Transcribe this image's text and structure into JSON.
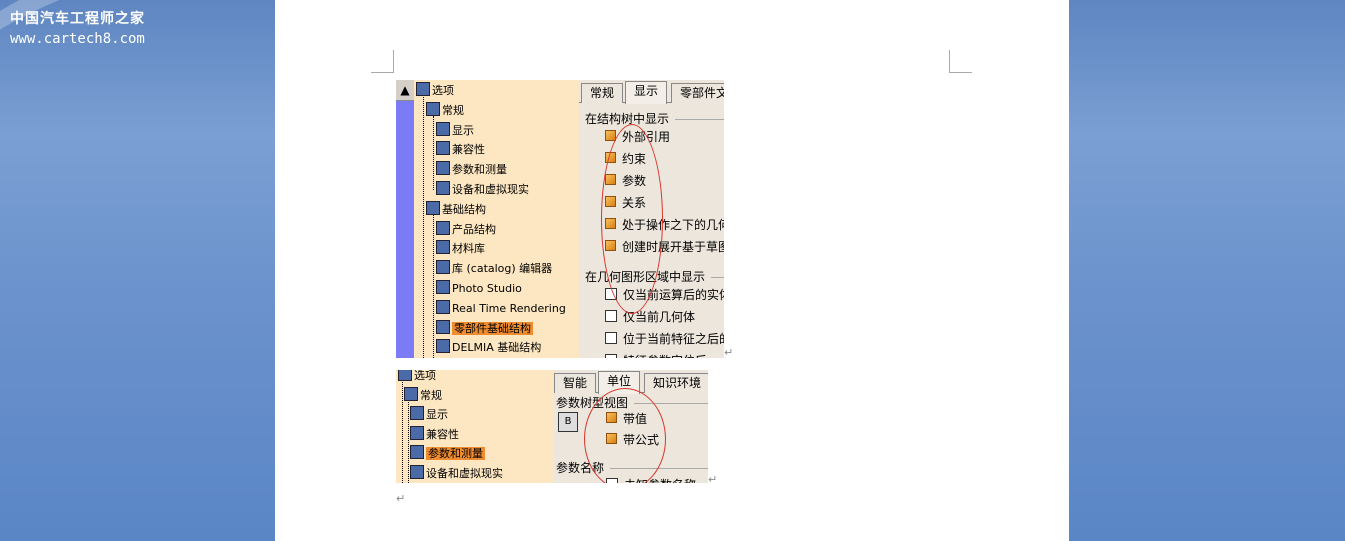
{
  "watermark": {
    "line1": "中国汽车工程师之家",
    "line2": "www.cartech8.com"
  },
  "paragraph_mark": "↵",
  "shot1": {
    "tree": [
      {
        "label": "选项",
        "level": 0,
        "hl": false,
        "icon": "options-icon"
      },
      {
        "label": "常规",
        "level": 1,
        "hl": false,
        "icon": "general-icon"
      },
      {
        "label": "显示",
        "level": 2,
        "hl": false,
        "icon": "display-icon"
      },
      {
        "label": "兼容性",
        "level": 2,
        "hl": false,
        "icon": "compat-icon"
      },
      {
        "label": "参数和测量",
        "level": 2,
        "hl": false,
        "icon": "params-icon"
      },
      {
        "label": "设备和虚拟现实",
        "level": 2,
        "hl": false,
        "icon": "device-icon"
      },
      {
        "label": "基础结构",
        "level": 1,
        "hl": false,
        "icon": "infra-icon"
      },
      {
        "label": "产品结构",
        "level": 2,
        "hl": false,
        "icon": "product-icon"
      },
      {
        "label": "材料库",
        "level": 2,
        "hl": false,
        "icon": "material-icon"
      },
      {
        "label": "库 (catalog) 编辑器",
        "level": 2,
        "hl": false,
        "icon": "catalog-icon"
      },
      {
        "label": "Photo Studio",
        "level": 2,
        "hl": false,
        "icon": "photo-icon"
      },
      {
        "label": "Real Time Rendering",
        "level": 2,
        "hl": false,
        "icon": "render-icon"
      },
      {
        "label": "零部件基础结构",
        "level": 2,
        "hl": true,
        "icon": "gear-icon"
      },
      {
        "label": "DELMIA 基础结构",
        "level": 2,
        "hl": false,
        "icon": "delmia-icon"
      }
    ],
    "tabs": [
      "常规",
      "显示",
      "零部件文"
    ],
    "active_tab": 1,
    "section1": "在结构树中显示",
    "options1": [
      "外部引用",
      "约束",
      "参数",
      "关系",
      "处于操作之下的几何",
      "创建时展开基于草图"
    ],
    "section2": "在几何图形区域中显示",
    "options2": [
      "仅当前运算后的实体",
      "仅当前几何体",
      "位于当前特征之后的",
      "特征参数定位后"
    ]
  },
  "shot2": {
    "tree": [
      {
        "label": "选项",
        "level": 0,
        "hl": false,
        "icon": "options-icon"
      },
      {
        "label": "常规",
        "level": 1,
        "hl": false,
        "icon": "general-icon"
      },
      {
        "label": "显示",
        "level": 2,
        "hl": false,
        "icon": "display-icon"
      },
      {
        "label": "兼容性",
        "level": 2,
        "hl": false,
        "icon": "compat-icon"
      },
      {
        "label": "参数和测量",
        "level": 2,
        "hl": true,
        "icon": "params-icon"
      },
      {
        "label": "设备和虚拟现实",
        "level": 2,
        "hl": false,
        "icon": "device-icon"
      }
    ],
    "tabs": [
      "智能",
      "单位",
      "知识环境"
    ],
    "active_tab": 1,
    "section1": "参数树型视图",
    "options1": [
      "带值",
      "带公式"
    ],
    "section2": "参数名称",
    "options2": [
      "未知参数名称"
    ]
  }
}
